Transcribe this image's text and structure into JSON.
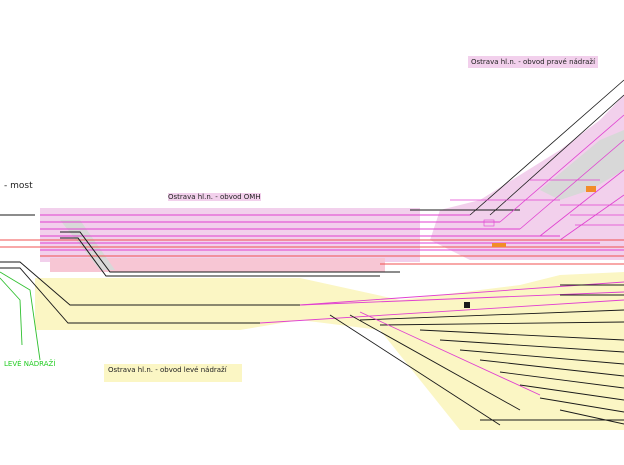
{
  "labels": {
    "most": "- most",
    "omh": "Ostrava hl.n. - obvod OMH",
    "prave": "Ostrava hl.n. - obvod pravé nádraží",
    "leve": "Ostrava hl.n. - obvod levé nádraží",
    "leve_nadrazi": "LEVÉ NÁDRAŽÍ"
  },
  "colors": {
    "pink_zone": "#f2d0ec",
    "yellow_zone": "#fbf6c4",
    "grey_zone": "#d8d8d8",
    "track_pink": "#e040d0",
    "track_red": "#f05050",
    "track_black": "#1a1a1a",
    "track_green": "#30c030",
    "label_green": "#22cc22"
  }
}
